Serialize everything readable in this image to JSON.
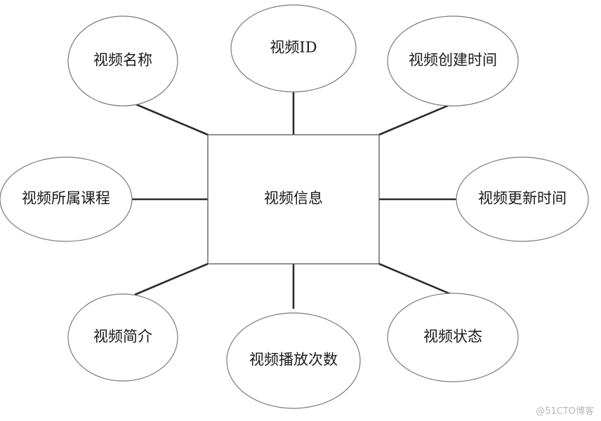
{
  "diagram": {
    "entity": {
      "label": "视频信息"
    },
    "attributes": [
      {
        "id": "name",
        "label": "视频名称"
      },
      {
        "id": "id",
        "label": "视频ID"
      },
      {
        "id": "created",
        "label": "视频创建时间"
      },
      {
        "id": "course",
        "label": "视频所属课程"
      },
      {
        "id": "updated",
        "label": "视频更新时间"
      },
      {
        "id": "intro",
        "label": "视频简介"
      },
      {
        "id": "plays",
        "label": "视频播放次数"
      },
      {
        "id": "status",
        "label": "视频状态"
      }
    ]
  },
  "watermark": {
    "text": "@51CTO博客"
  }
}
